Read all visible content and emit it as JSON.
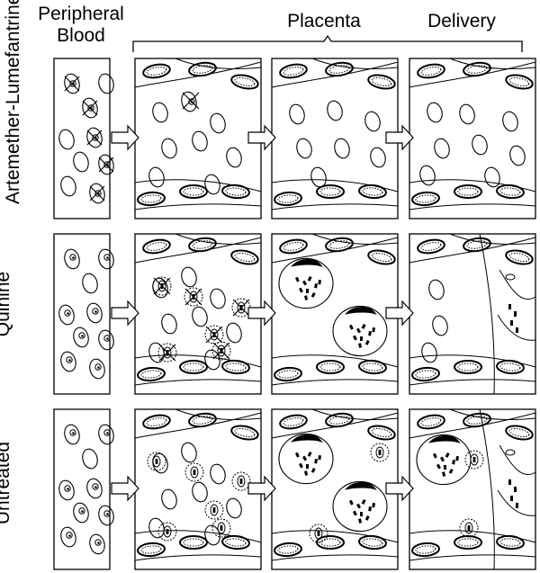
{
  "headers": {
    "peripheral_blood": "Peripheral Blood",
    "placenta": "Placenta",
    "delivery": "Delivery"
  },
  "rows": [
    {
      "label": "Artemether-Lumefantrine"
    },
    {
      "label": "Quinine"
    },
    {
      "label": "Untreated"
    }
  ],
  "colors": {
    "line": "#000000",
    "background": "#ffffff"
  }
}
